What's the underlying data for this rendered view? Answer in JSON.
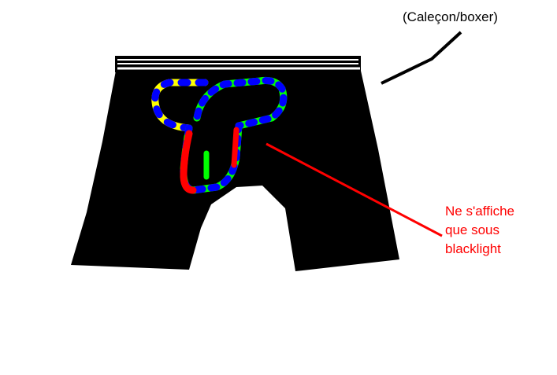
{
  "labels": {
    "garment": "(Caleçon/boxer)",
    "note_lines": [
      "Ne s'affiche",
      "que sous",
      "blacklight"
    ]
  },
  "colors": {
    "garment": "#000000",
    "note": "#ff0000",
    "logo": [
      "#ffff00",
      "#0000ff",
      "#00ff00",
      "#ff0000"
    ]
  }
}
